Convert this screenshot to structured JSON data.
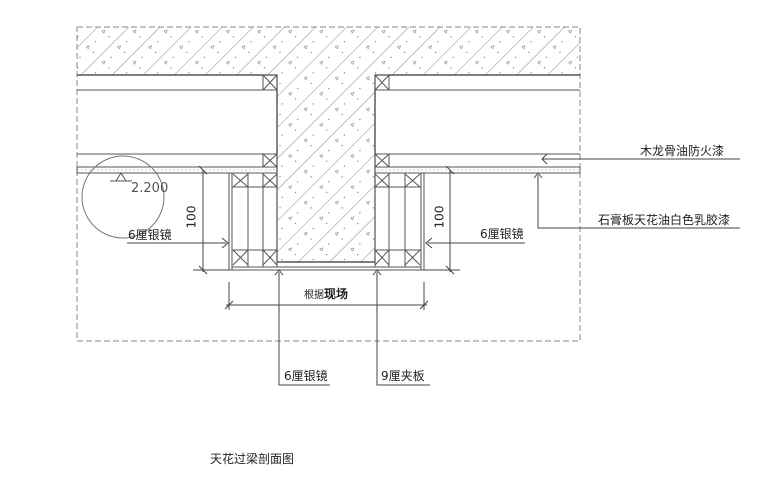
{
  "labels": {
    "wood_keel": "木龙骨油防火漆",
    "gypsum": "石膏板天花油白色乳胶漆",
    "mirror_left": "6厘银镜",
    "mirror_right": "6厘银镜",
    "mirror_bottom": "6厘银镜",
    "plywood": "9厘夹板",
    "dim_height_left": "100",
    "dim_height_right": "100",
    "dim_width_prefix": "根据",
    "dim_width_main": "现场",
    "elevation": "2.200",
    "title": "天花过梁剖面图"
  }
}
